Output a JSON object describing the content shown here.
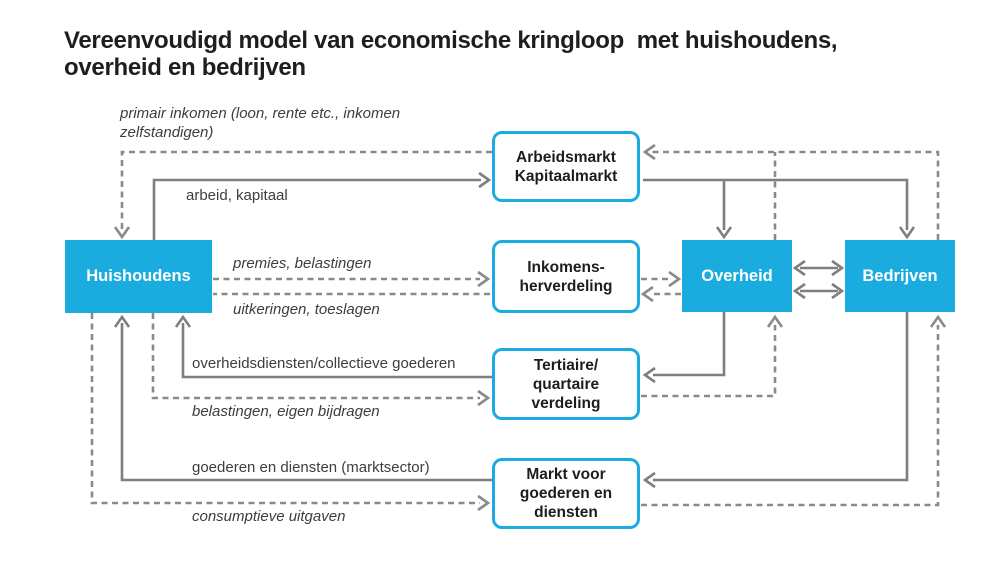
{
  "title": "Vereenvoudigd model van economische kringloop  met huishoudens,\noverheid en bedrijven",
  "colors": {
    "node_fill_blue": "#1BACDF",
    "market_box_border_blue": "#1BACDF",
    "solid_line_gray": "#7F7F7F",
    "dashed_line_gray": "#8A8A8A",
    "title_text": "#1E1E1C",
    "label_text": "#3D3D3C"
  },
  "nodes": {
    "huishoudens": "Huishoudens",
    "overheid": "Overheid",
    "bedrijven": "Bedrijven"
  },
  "markets": {
    "arbeidsmarkt": "Arbeidsmarkt\nKapitaalmarkt",
    "inkomensherverdeling": "Inkomens-\nherverdeling",
    "tertiaire": "Tertiaire/\nquartaire\nverdeling",
    "markt_goederen": "Markt voor\ngoederen en\ndiensten"
  },
  "flow_labels": {
    "primair_inkomen": "primair inkomen (loon, rente etc., inkomen\nzelfstandigen)",
    "arbeid_kapitaal": "arbeid, kapitaal",
    "premies_belastingen": "premies, belastingen",
    "uitkeringen_toeslagen": "uitkeringen, toeslagen",
    "overheidsdiensten": "overheidsdiensten/collectieve goederen",
    "belastingen_eigen_bijdragen": "belastingen, eigen bijdragen",
    "goederen_en_diensten": "goederen en diensten (marktsector)",
    "consumptieve_uitgaven": "consumptieve uitgaven"
  }
}
